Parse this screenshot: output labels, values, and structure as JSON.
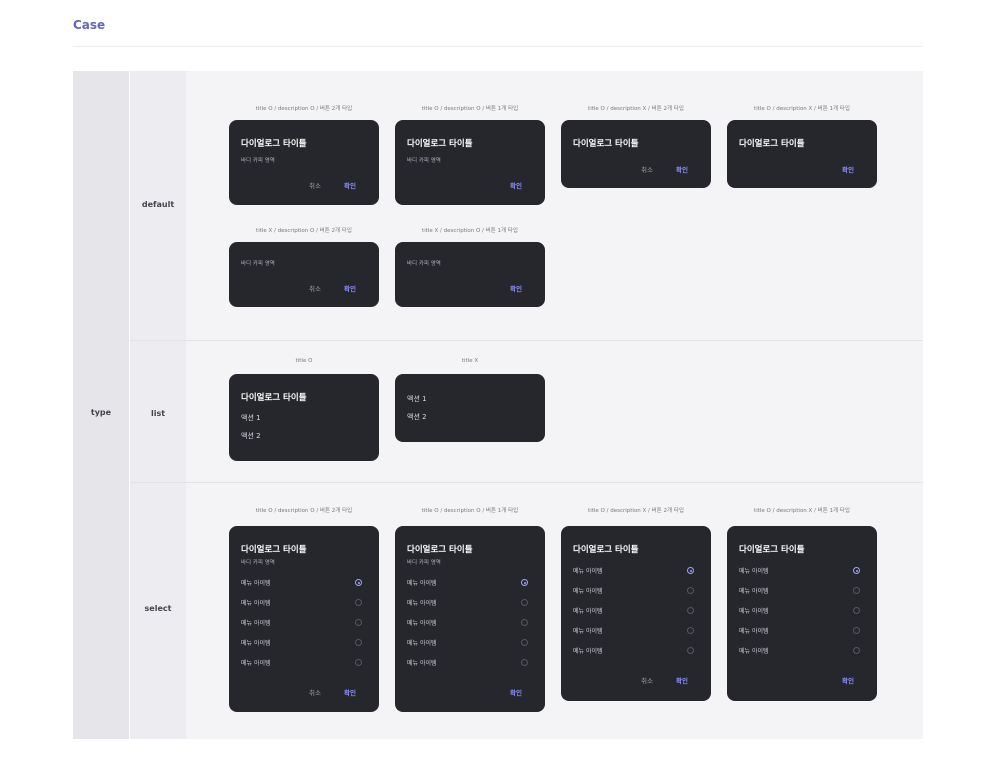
{
  "header": {
    "title": "Case"
  },
  "table": {
    "group_label": "type",
    "rows": [
      "default",
      "list",
      "select"
    ]
  },
  "dialog": {
    "title": "다이얼로그 타이틀",
    "description": "바디 카피 영역",
    "cancel": "취소",
    "confirm": "확인",
    "actions": [
      "액션 1",
      "액션 2"
    ],
    "menu_item": "메뉴 아이템"
  },
  "cells": {
    "default": [
      "title O / description O / 버튼 2개 타입",
      "title O / description O / 버튼 1개 타입",
      "title O / description X / 버튼 2개 타입",
      "title O / description X / 버튼 1개 타입",
      "title X / description O / 버튼 2개 타입",
      "title X / description O / 버튼 1개 타입"
    ],
    "list": [
      "title O",
      "title X"
    ],
    "select": [
      "title O / description O / 버튼 2개 타입",
      "title O / description O / 버튼 1개 타입",
      "title O / description X / 버튼 2개 타입",
      "title O / description X / 버튼 1개 타입"
    ]
  }
}
